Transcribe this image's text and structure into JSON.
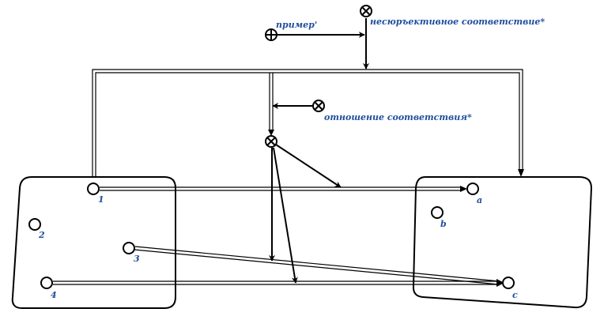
{
  "labels": {
    "example": "пример'",
    "non_surjective": "несюръективное соответствие*",
    "relation": "отношение соответствия*",
    "left_nodes": [
      "1",
      "2",
      "3",
      "4"
    ],
    "right_nodes": [
      "a",
      "b",
      "c"
    ]
  }
}
